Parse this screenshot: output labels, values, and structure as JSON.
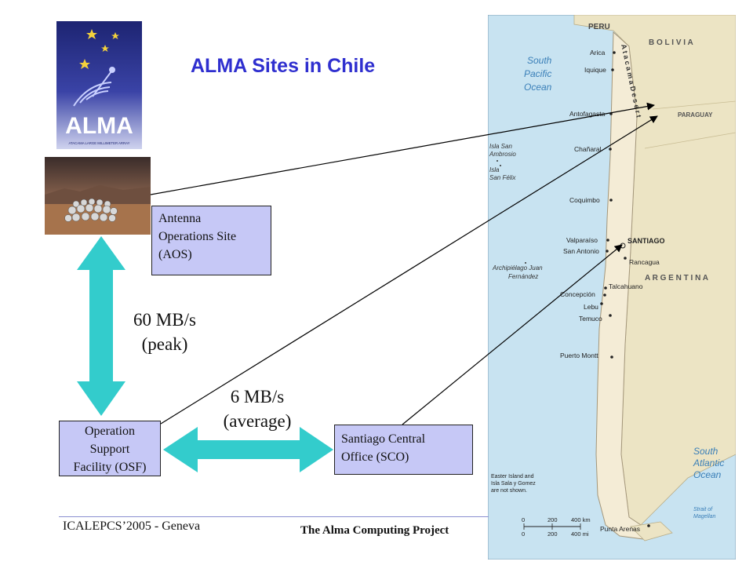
{
  "title": "ALMA Sites in Chile",
  "logo": {
    "wordmark": "ALMA",
    "tagline": "ATACAMA LARGE MILLIMETER ARRAY"
  },
  "sites": {
    "aos": {
      "lines": [
        "Antenna",
        "Operations Site",
        "(AOS)"
      ]
    },
    "osf": {
      "lines": [
        "Operation",
        "Support",
        "Facility (OSF)"
      ]
    },
    "sco": {
      "lines": [
        "Santiago Central",
        "Office (SCO)"
      ]
    }
  },
  "links": {
    "aos_osf": {
      "rate": "60 MB/s",
      "note": "(peak)"
    },
    "osf_sco": {
      "rate": "6 MB/s",
      "note": "(average)"
    }
  },
  "footer": {
    "left": "ICALEPCS’2005 - Geneva",
    "center": "The Alma Computing Project"
  },
  "map": {
    "countries": {
      "peru": "PERU",
      "bolivia": "B O L I V I A",
      "paraguay": "PARAGUAY",
      "argentina": "A R G E N T I N A"
    },
    "oceans": {
      "south_pacific": [
        "South",
        "Pacific",
        "Ocean"
      ],
      "south_atlantic": [
        "South",
        "Atlantic",
        "Ocean"
      ]
    },
    "desert": "A t a c a m a   D e s e r t",
    "islands": {
      "ambrosio": [
        "Isla San",
        "Ambrosio"
      ],
      "felix": [
        "Isla",
        "San Félix"
      ],
      "juan_fernandez": [
        "Archipiélago Juan",
        "Fernández"
      ],
      "strait": [
        "Strait of",
        "Magellan"
      ]
    },
    "cities": {
      "arica": "Arica",
      "iquique": "Iquique",
      "antofagasta": "Antofagasta",
      "chanaral": "Chañaral",
      "coquimbo": "Coquimbo",
      "valparaiso": "Valparaíso",
      "san_antonio": "San Antonio",
      "santiago": "SANTIAGO",
      "rancagua": "Rancagua",
      "talcahuano": "Talcahuano",
      "concepcion": "Concepción",
      "lebu": "Lebu",
      "temuco": "Temuco",
      "puerto_montt": "Puerto Montt",
      "punta_arenas": "Punta Arenas"
    },
    "note": [
      "Easter Island and",
      "Isla Sala y Gomez",
      "are not shown."
    ],
    "scale": {
      "km": [
        "0",
        "200",
        "400 km"
      ],
      "mi": [
        "0",
        "200",
        "400 mi"
      ]
    }
  },
  "colors": {
    "title": "#2f2fcf",
    "box_fill": "#c6c8f6",
    "arrow": "#33cccc",
    "ocean": "#c8e3f1",
    "chile": "#f4ecd6",
    "neighbor": "#ece4c4",
    "logo_bg": "#2a3493"
  }
}
